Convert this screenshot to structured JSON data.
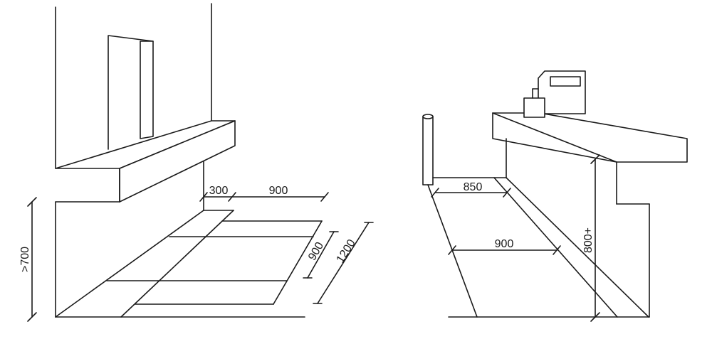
{
  "left_figure": {
    "dims": {
      "height_min": ">700",
      "depth_short": "300",
      "width": "900",
      "depth_mid": "900",
      "depth_long": "1200"
    }
  },
  "right_figure": {
    "dims": {
      "top_width": "850",
      "bottom_width": "900",
      "counter_height": "800+"
    }
  }
}
